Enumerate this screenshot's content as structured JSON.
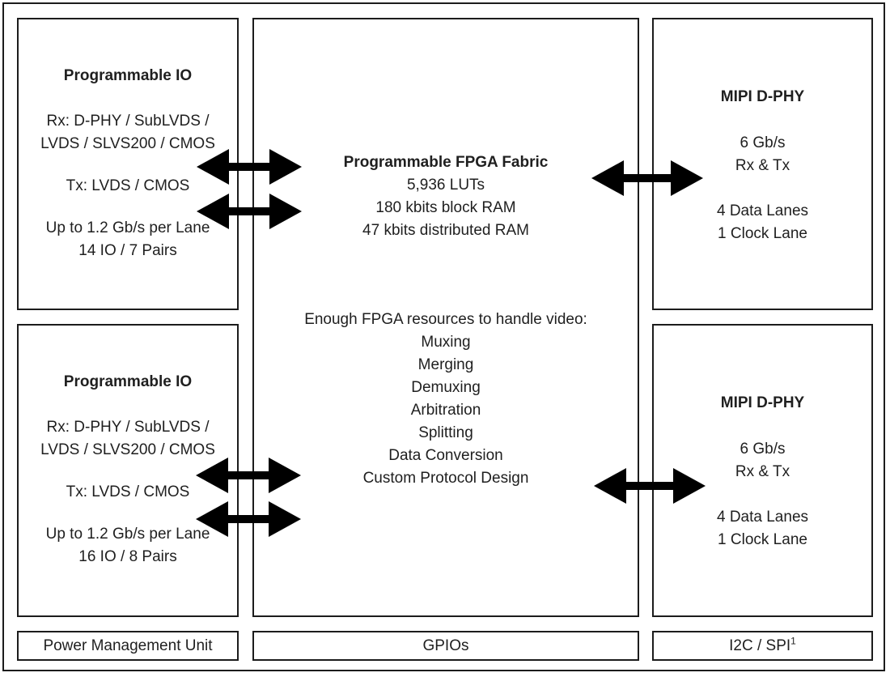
{
  "left": {
    "io_top": {
      "title": "Programmable IO",
      "rx_line1": "Rx: D-PHY / SubLVDS /",
      "rx_line2": "LVDS / SLVS200 / CMOS",
      "tx": "Tx: LVDS / CMOS",
      "speed": "Up to 1.2 Gb/s per Lane",
      "pairs": "14 IO / 7 Pairs"
    },
    "io_bottom": {
      "title": "Programmable IO",
      "rx_line1": "Rx: D-PHY / SubLVDS /",
      "rx_line2": "LVDS / SLVS200 / CMOS",
      "tx": "Tx: LVDS / CMOS",
      "speed": "Up to 1.2 Gb/s per Lane",
      "pairs": "16 IO / 8 Pairs"
    },
    "pmu": "Power Management Unit"
  },
  "center": {
    "fabric": {
      "title": "Programmable FPGA Fabric",
      "luts": "5,936 LUTs",
      "block_ram": "180 kbits block RAM",
      "dist_ram": "47 kbits distributed RAM"
    },
    "video_heading": "Enough FPGA resources to handle video:",
    "video_features": [
      "Muxing",
      "Merging",
      "Demuxing",
      "Arbitration",
      "Splitting",
      "Data Conversion",
      "Custom Protocol Design"
    ],
    "gpios": "GPIOs"
  },
  "right": {
    "dphy_top": {
      "title": "MIPI D-PHY",
      "speed": "6 Gb/s",
      "rxtx": "Rx & Tx",
      "data_lanes": "4 Data Lanes",
      "clock_lane": "1 Clock Lane"
    },
    "dphy_bottom": {
      "title": "MIPI D-PHY",
      "speed": "6 Gb/s",
      "rxtx": "Rx & Tx",
      "data_lanes": "4 Data Lanes",
      "clock_lane": "1 Clock Lane"
    },
    "i2c_spi": "I2C / SPI",
    "i2c_spi_footnote": "1"
  },
  "icons": {
    "connector": "bidirectional-arrow"
  },
  "colors": {
    "border": "#1c1c1c",
    "arrow": "#000000",
    "text": "#1f1f1f",
    "background": "#ffffff"
  }
}
